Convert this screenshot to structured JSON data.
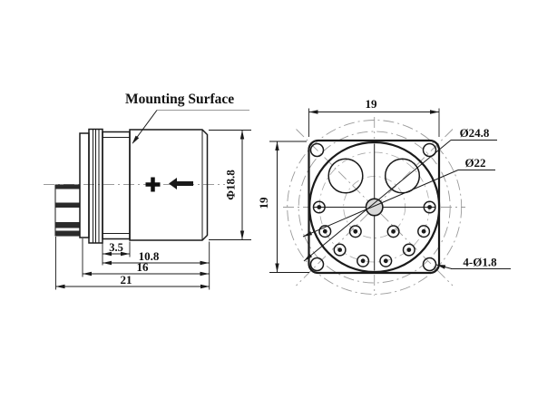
{
  "drawing": {
    "side_view": {
      "mounting_surface_label": "Mounting Surface",
      "body_diameter": "Φ18.8",
      "ring_width": "3.5",
      "body_length": "10.8",
      "housing_length": "16",
      "total_length": "21"
    },
    "front_view": {
      "flange_width": "19",
      "flange_height": "19",
      "outer_envelope_diameter": "Ø24.8",
      "clearance_diameter": "Ø22",
      "mounting_holes": "4-Ø1.8"
    },
    "colors": {
      "line": "#1a1a1a",
      "centerline": "#9a9a9a",
      "background": "#ffffff"
    }
  }
}
